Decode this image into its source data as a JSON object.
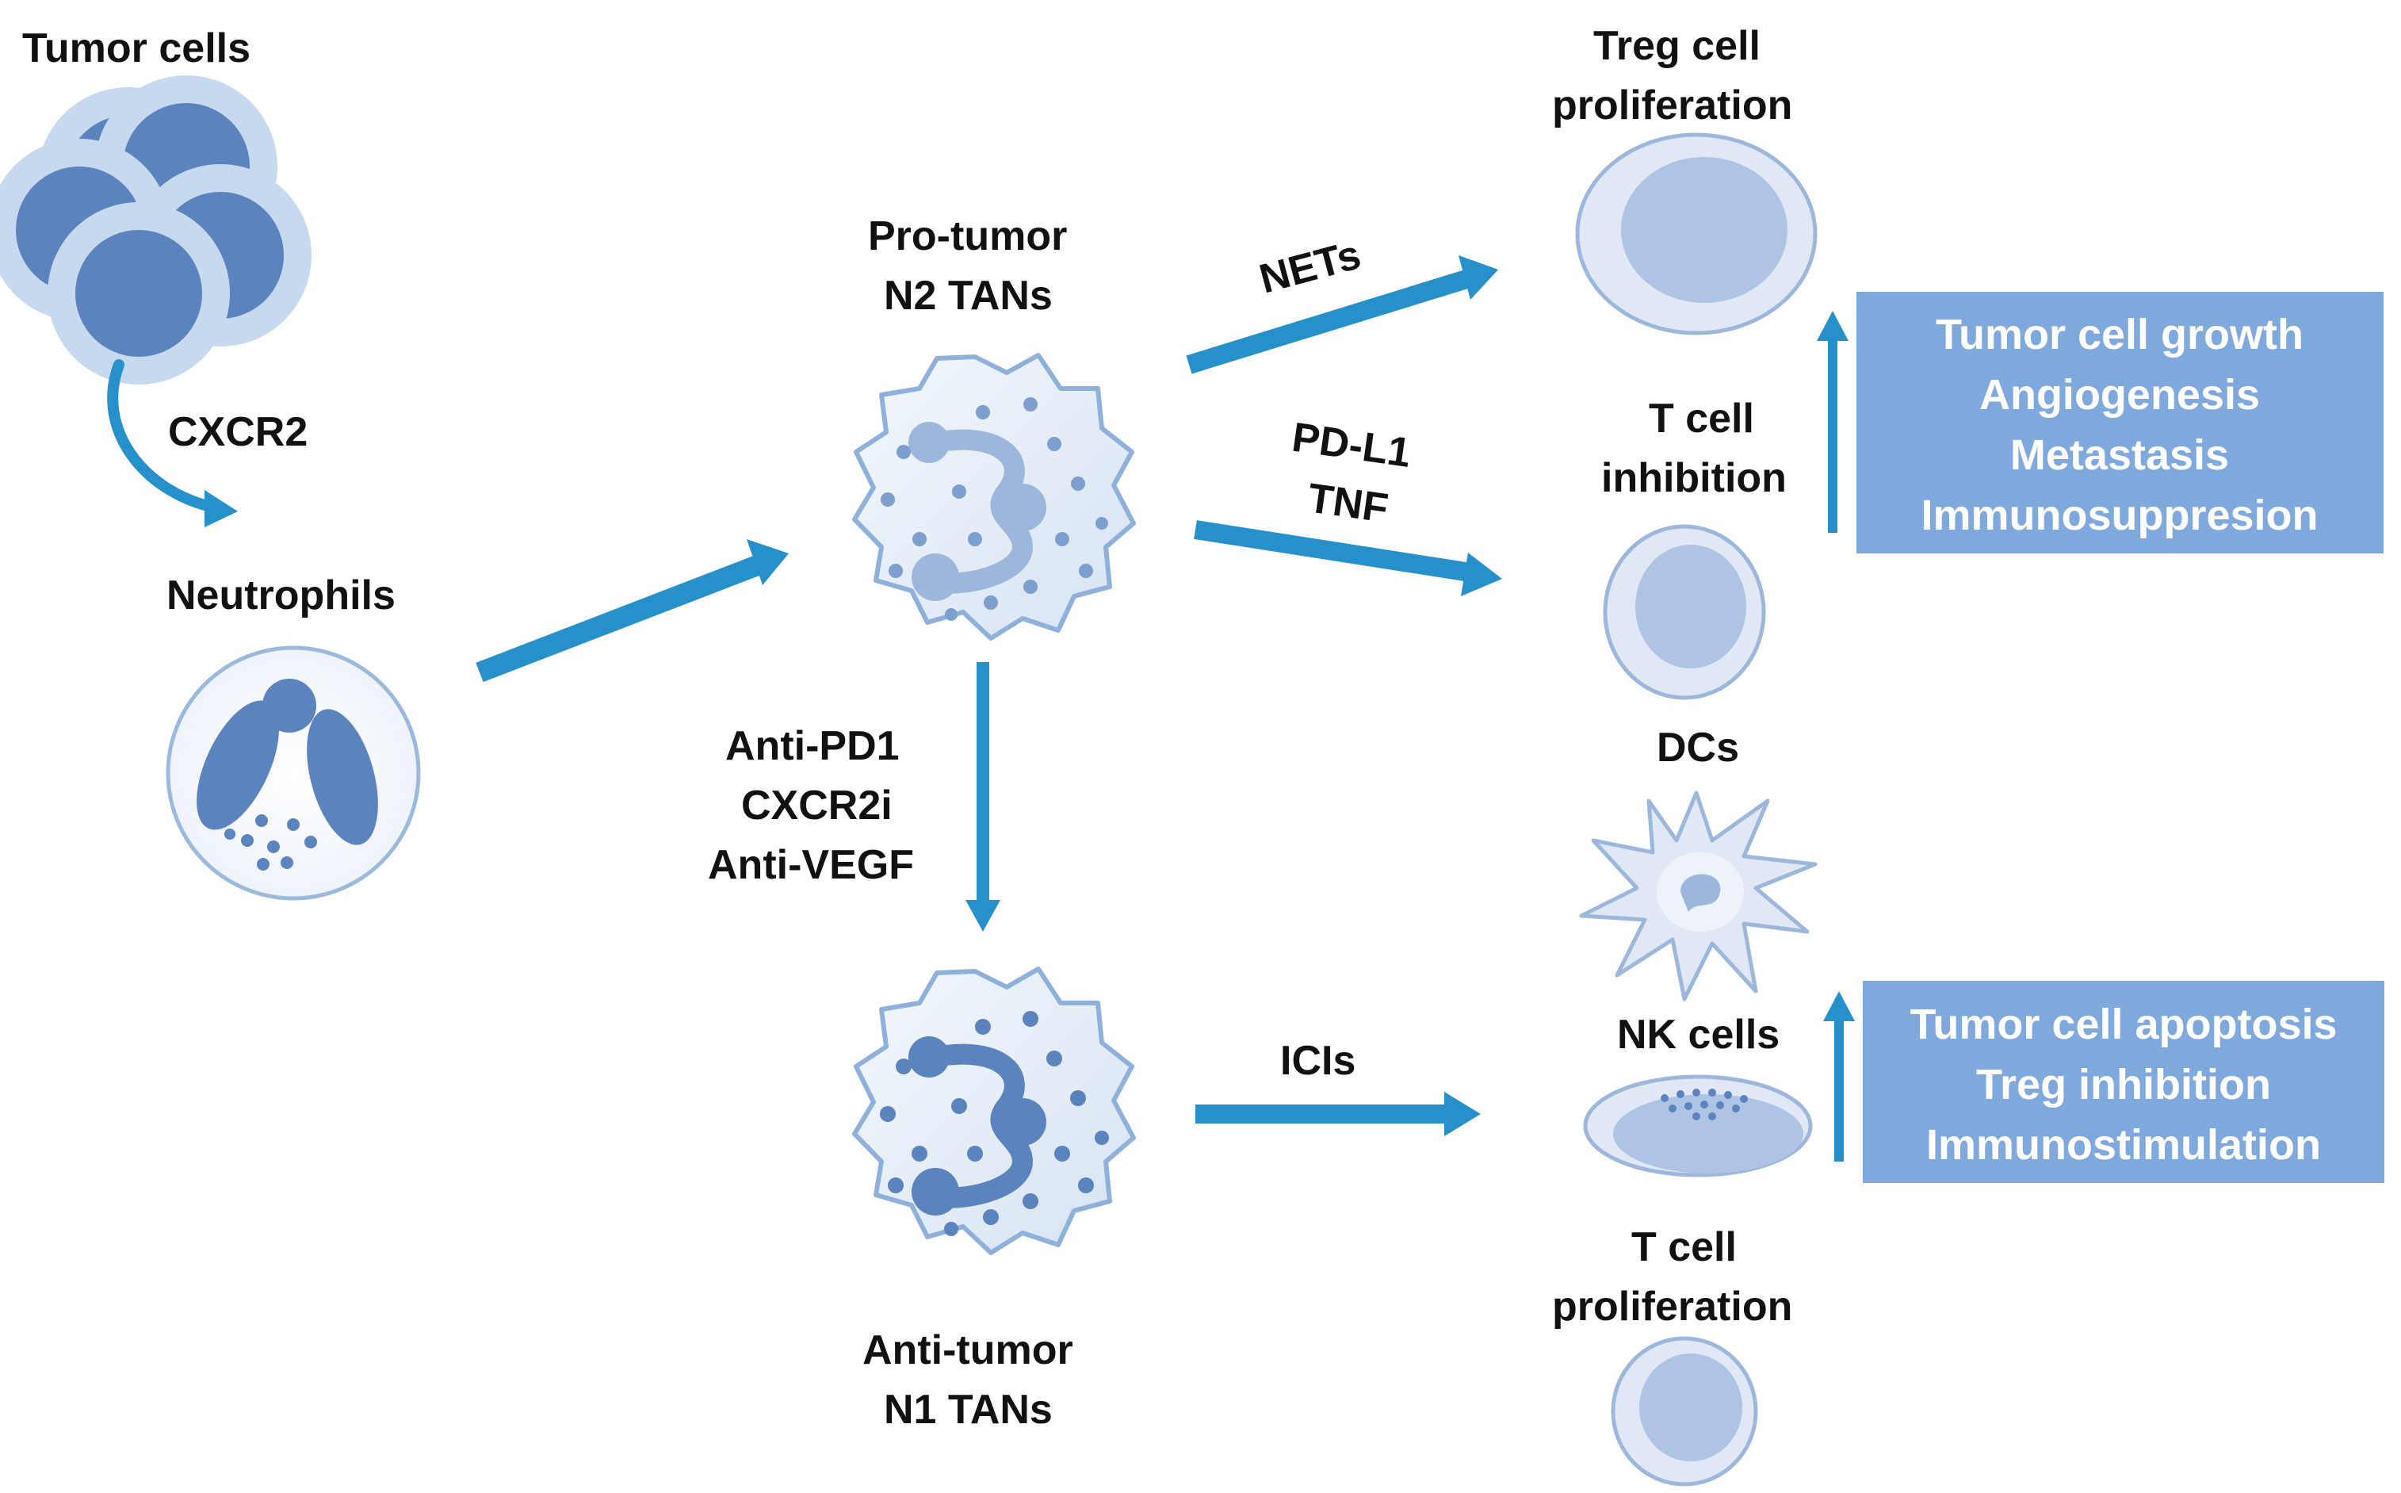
{
  "labels": {
    "tumor_cells": "Tumor cells",
    "cxcr2": "CXCR2",
    "neutrophils": "Neutrophils",
    "pro_tumor_line1": "Pro-tumor",
    "pro_tumor_line2": "N2 TANs",
    "anti_tumor_line1": "Anti-tumor",
    "anti_tumor_line2": "N1 TANs",
    "nets": "NETs",
    "pdl1": "PD-L1",
    "tnf": "TNF",
    "icis": "ICIs",
    "therapy_1": "Anti-PD1",
    "therapy_2": "CXCR2i",
    "therapy_3": "Anti-VEGF",
    "treg_line1": "Treg cell",
    "treg_line2": "proliferation",
    "tcell_inh_line1": "T cell",
    "tcell_inh_line2": "inhibition",
    "dcs": "DCs",
    "nk_cells": "NK cells",
    "tcell_prolif_line1": "T cell",
    "tcell_prolif_line2": "proliferation"
  },
  "box_pro": [
    "Tumor cell growth",
    "Angiogenesis",
    "Metastasis",
    "Immunosuppresion"
  ],
  "box_anti": [
    "Tumor cell apoptosis",
    "Treg inhibition",
    "Immunostimulation"
  ],
  "colors": {
    "arrow": "#2590c9",
    "box": "#7fa8dd",
    "cell_fill": "#dfe8f4",
    "cell_dark": "#5b83bd",
    "cell_mid": "#9db7dc"
  }
}
